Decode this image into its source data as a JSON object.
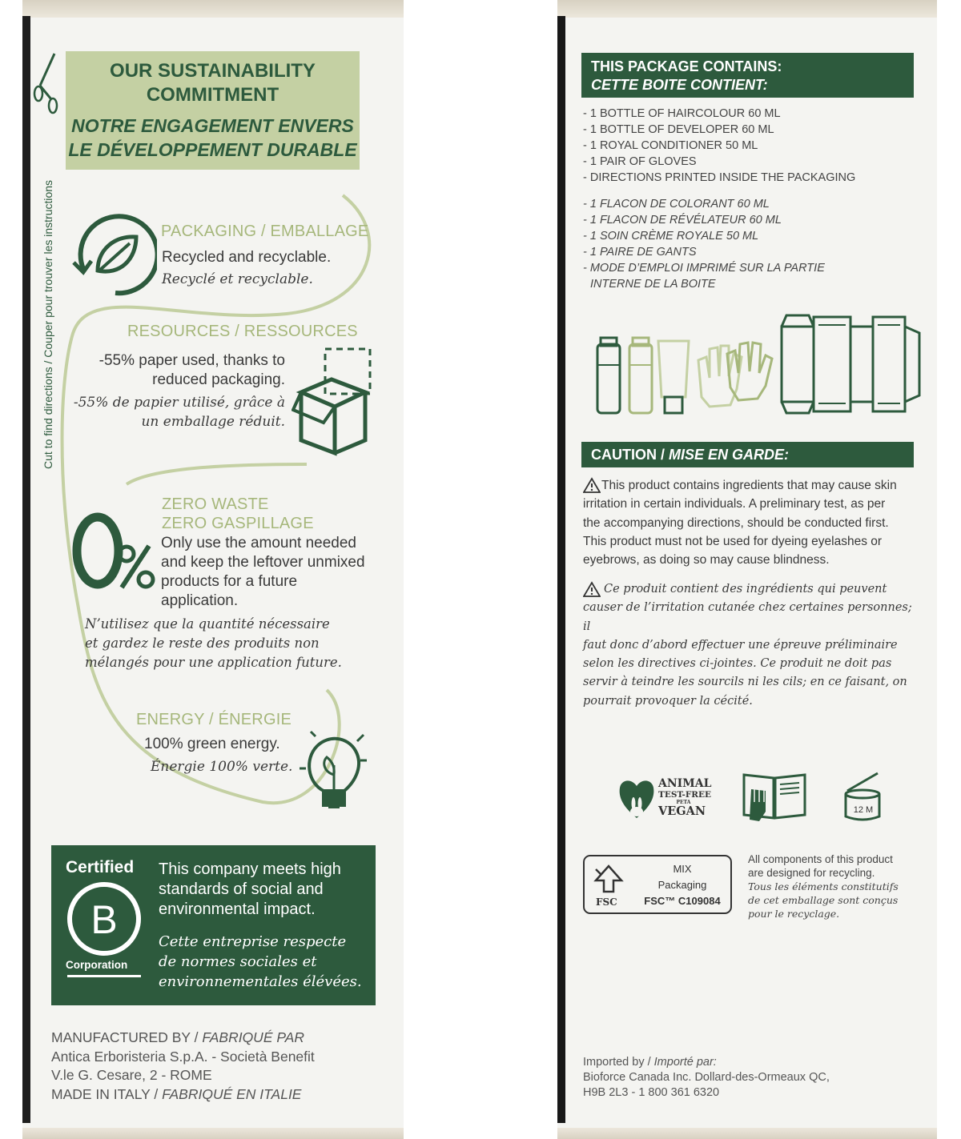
{
  "left": {
    "side_text": "Cut to find directions / Couper pour trouver les instructions",
    "sustainability": {
      "title_en": [
        "OUR SUSTAINABILITY",
        "COMMITMENT"
      ],
      "title_fr": [
        "NOTRE ENGAGEMENT ENVERS",
        "LE DÉVELOPPEMENT DURABLE"
      ]
    },
    "packaging": {
      "label": "PACKAGING / EMBALLAGE",
      "en": "Recycled and recyclable.",
      "fr": "Recyclé et recyclable."
    },
    "resources": {
      "label": "RESOURCES / RESSOURCES",
      "en": [
        "-55% paper used, thanks to",
        "reduced packaging."
      ],
      "fr": [
        "-55% de papier utilisé, grâce à",
        "un emballage réduit."
      ]
    },
    "zero_waste": {
      "label": [
        "ZERO WASTE",
        "ZERO GASPILLAGE"
      ],
      "en": [
        "Only use the amount needed",
        "and keep the leftover unmixed",
        "products for a future",
        "application."
      ],
      "fr": [
        "N’utilisez que la quantité nécessaire",
        "et gardez le reste des produits non",
        "mélangés pour une application future."
      ]
    },
    "energy": {
      "label": "ENERGY / ÉNERGIE",
      "en": "100% green energy.",
      "fr": "Énergie 100% verte."
    },
    "bcorp": {
      "certified": "Certified",
      "corporation": "Corporation",
      "en": [
        "This company meets high",
        "standards of social and",
        "environmental impact."
      ],
      "fr": [
        "Cette entreprise respecte",
        "de normes sociales et",
        "environnementales élévées."
      ]
    },
    "manufacturer": {
      "line1_en": "MANUFACTURED BY / ",
      "line1_fr": "FABRIQUÉ PAR",
      "line2": "Antica Erboristeria S.p.A. - Società Benefit",
      "line3": "V.le G. Cesare, 2 - ROME",
      "line4_en": "MADE IN ITALY / ",
      "line4_fr": "FABRIQUÉ EN ITALIE"
    }
  },
  "right": {
    "contains": {
      "title_en": "THIS PACKAGE CONTAINS:",
      "title_fr": "CETTE BOITE CONTIENT:",
      "items_en": [
        "- 1 BOTTLE OF HAIRCOLOUR 60 ML",
        "- 1 BOTTLE OF DEVELOPER 60 ML",
        "- 1 ROYAL CONDITIONER 50 ML",
        "- 1 PAIR OF GLOVES",
        "- DIRECTIONS PRINTED INSIDE THE PACKAGING"
      ],
      "items_fr": [
        "- 1 FLACON DE COLORANT 60 ML",
        "- 1 FLACON DE RÉVÉLATEUR 60 ML",
        "- 1 SOIN CRÈME ROYALE 50 ML",
        "- 1 PAIRE DE GANTS",
        "- MODE D’EMPLOI IMPRIMÉ SUR LA PARTIE",
        "INTERNE DE LA BOITE"
      ]
    },
    "caution": {
      "title_en": "CAUTION / ",
      "title_fr": "MISE EN GARDE:",
      "en": [
        "This product contains ingredients that may cause skin",
        "irritation in certain individuals. A preliminary test, as per",
        "the accompanying directions, should be conducted first.",
        "This product must not be used for dyeing eyelashes or",
        "eyebrows, as doing so may cause blindness."
      ],
      "fr": [
        "Ce produit contient des ingrédients qui peuvent",
        "causer de l’irritation cutanée chez certaines personnes; il",
        "faut donc d’abord effectuer une épreuve préliminaire",
        "selon les directives ci-jointes. Ce produit ne doit pas",
        "servir à teindre les sourcils ni les cils; en ce faisant, on",
        "pourrait provoquer la cécité."
      ]
    },
    "badges": {
      "animal": "ANIMAL",
      "test_free": "TEST-FREE",
      "peta": "PETA",
      "vegan": "VEGAN",
      "pao": "12 M"
    },
    "fsc": {
      "mix": "MIX",
      "packaging": "Packaging",
      "code": "FSC™ C109084",
      "fsc": "FSC"
    },
    "recycle_note": {
      "en": [
        "All components of this product",
        "are designed for recycling."
      ],
      "fr": [
        "Tous les éléments constitutifs",
        "de cet emballage sont conçus",
        "pour le recyclage."
      ]
    },
    "importer": {
      "line1_en": "Imported by / ",
      "line1_fr": "Importé par:",
      "line2": "Bioforce Canada Inc. Dollard-des-Ormeaux QC,",
      "line3": "H9B 2L3 - 1 800 361 6320"
    }
  },
  "colors": {
    "dark_green": "#2d5a3d",
    "sage": "#c4d0a3",
    "sage_text": "#a6b77b",
    "panel_bg": "#f4f4f1"
  }
}
